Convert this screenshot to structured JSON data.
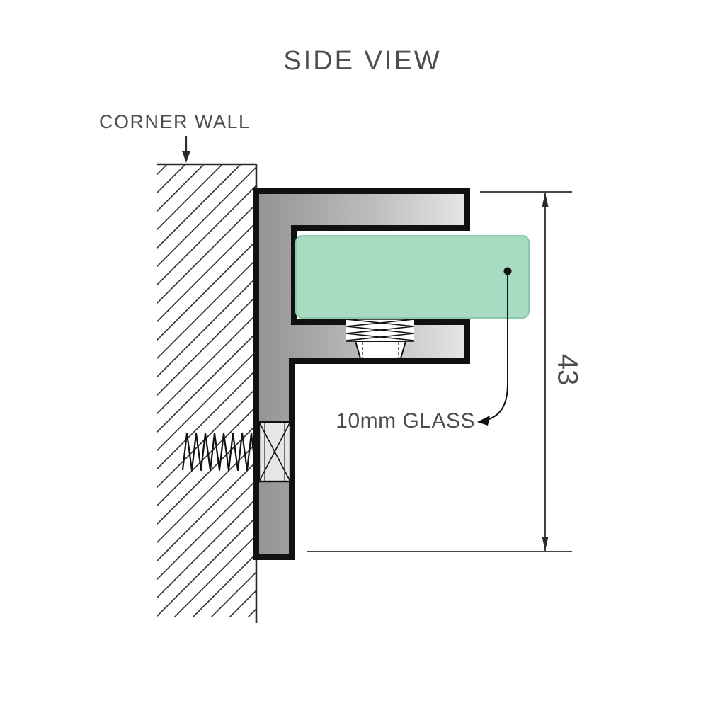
{
  "diagram": {
    "title": "SIDE VIEW",
    "wall_label": "CORNER WALL",
    "glass_label": "10mm GLASS",
    "dimension_label": "43",
    "colors": {
      "glass_fill": "#a7dcc2",
      "glass_stroke": "#8bc9ab",
      "outline": "#111111",
      "metal_dark": "#939393",
      "metal_light": "#e6e6e6",
      "text": "#4d4d4d",
      "line": "#2b2b2b"
    }
  }
}
